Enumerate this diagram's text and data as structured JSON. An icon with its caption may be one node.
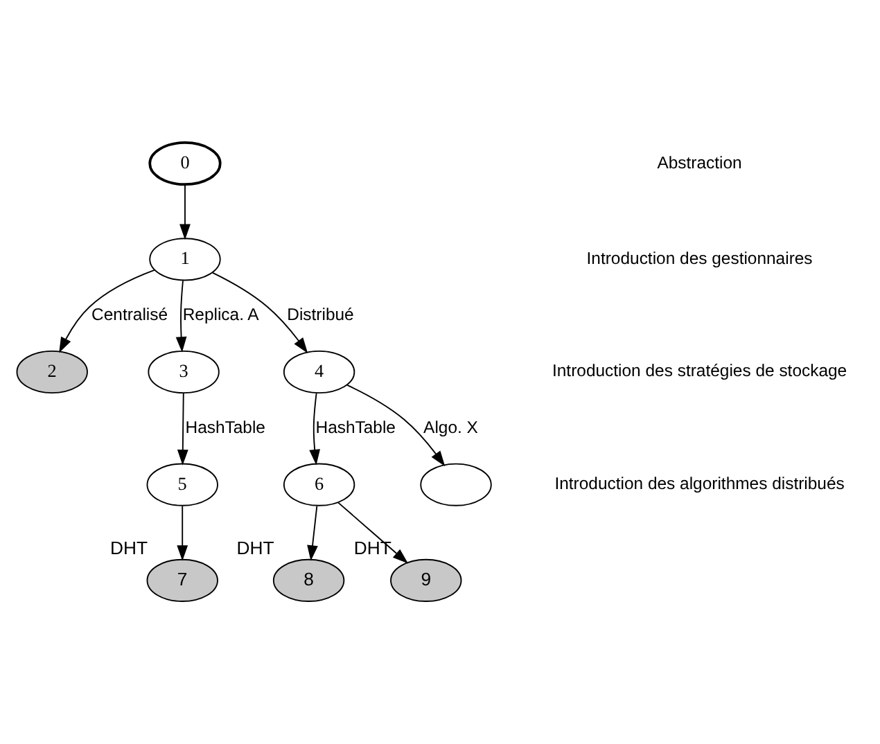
{
  "diagram": {
    "nodes": [
      {
        "text": [
          "0"
        ]
      },
      {
        "text": [
          "1"
        ]
      },
      {
        "text": [
          "2"
        ]
      },
      {
        "text": [
          "3"
        ]
      },
      {
        "text": [
          "4"
        ]
      },
      {
        "text": [
          "5"
        ]
      },
      {
        "text": [
          "6"
        ]
      },
      {
        "text": [],
        "shape": "ellipse"
      },
      {
        "text": [
          "7"
        ],
        "beside": [
          "DHT"
        ]
      },
      {
        "text": [
          "8"
        ],
        "beside": [
          "DHT"
        ]
      },
      {
        "text": [
          "9"
        ],
        "beside": [
          "DHT"
        ]
      }
    ],
    "edges": [
      {
        "from": 0,
        "to": 1,
        "arrow": "to"
      },
      {
        "from": 1,
        "to": 2,
        "arrow": "to",
        "label": "Centralisé"
      },
      {
        "from": 1,
        "to": 3,
        "arrow": "to",
        "label": "Replica. A"
      },
      {
        "from": 1,
        "to": 4,
        "arrow": "to",
        "label": "Distribué"
      },
      {
        "from": 3,
        "to": 5,
        "arrow": "to",
        "label": "HashTable"
      },
      {
        "from": 4,
        "to": 6,
        "arrow": "to",
        "label": "HashTable"
      },
      {
        "from": 4,
        "to": 7,
        "arrow": "to",
        "label": "Algo. X"
      },
      {
        "from": 5,
        "to": 8,
        "arrow": "to"
      },
      {
        "from": 6,
        "to": 9,
        "arrow": "to"
      },
      {
        "from": 6,
        "to": 10,
        "arrow": "to"
      }
    ],
    "labels": [
      "Abstraction",
      "Introduction des gestionnaires",
      "Introduction des stratégies de stockage",
      "Introduction des algorithmes distribués"
    ]
  }
}
